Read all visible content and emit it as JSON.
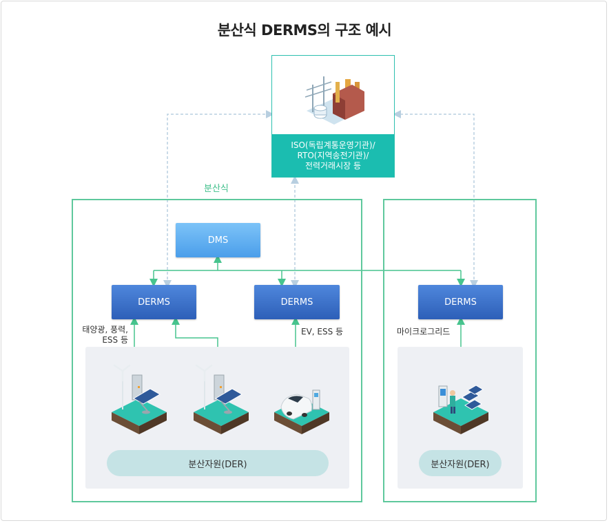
{
  "title": "분산식 DERMS의 구조 예시",
  "iso": {
    "line1": "ISO(독립계통운영기관)/",
    "line2": "RTO(지역송전기관)/",
    "line3": "전력거래시장 등"
  },
  "group_left_label": "분산식",
  "dms_label": "DMS",
  "derms_labels": [
    "DERMS",
    "DERMS",
    "DERMS"
  ],
  "notes": {
    "left_line1": "태양광, 풍력,",
    "left_line2": "ESS 등",
    "middle": "EV, ESS 등",
    "right": "마이크로그리드"
  },
  "der_pills": [
    "분산자원(DER)",
    "분산자원(DER)"
  ],
  "colors": {
    "teal": "#1bbdb0",
    "green_border": "#5ec89c",
    "derms_blue": "#3a6fc8",
    "dms_blue": "#5eaef0",
    "dashed": "#b8cfe0",
    "green_arrow": "#47c48e"
  },
  "icons": [
    "power-plant-icon",
    "wind-solar-tile-icon",
    "wind-solar-tile-icon",
    "ev-charger-tile-icon",
    "microgrid-tile-icon"
  ]
}
